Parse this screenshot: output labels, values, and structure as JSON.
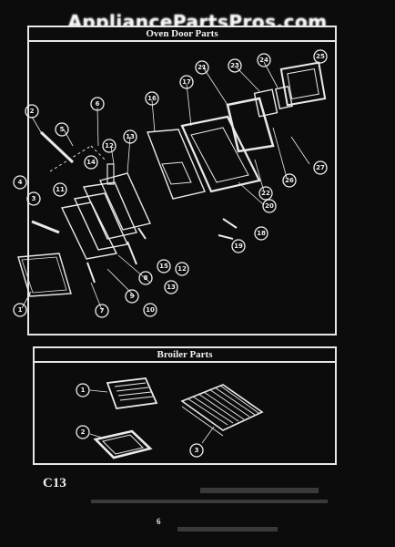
{
  "watermark": "AppliancePartsPros.com",
  "sections": {
    "oven_door": {
      "title": "Oven Door Parts",
      "callouts": [
        "1",
        "2",
        "3",
        "4",
        "5",
        "6",
        "7",
        "8",
        "9",
        "10",
        "11",
        "12",
        "12",
        "13",
        "13",
        "14",
        "15",
        "16",
        "17",
        "18",
        "19",
        "20",
        "21",
        "22",
        "23",
        "24",
        "25",
        "26",
        "27"
      ]
    },
    "broiler": {
      "title": "Broiler Parts",
      "callouts": [
        "1",
        "2",
        "3"
      ]
    }
  },
  "footer": {
    "page_code": "C13",
    "page_number": "6"
  },
  "colors": {
    "background": "#0c0c0c",
    "linework": "#f0f0f0"
  }
}
